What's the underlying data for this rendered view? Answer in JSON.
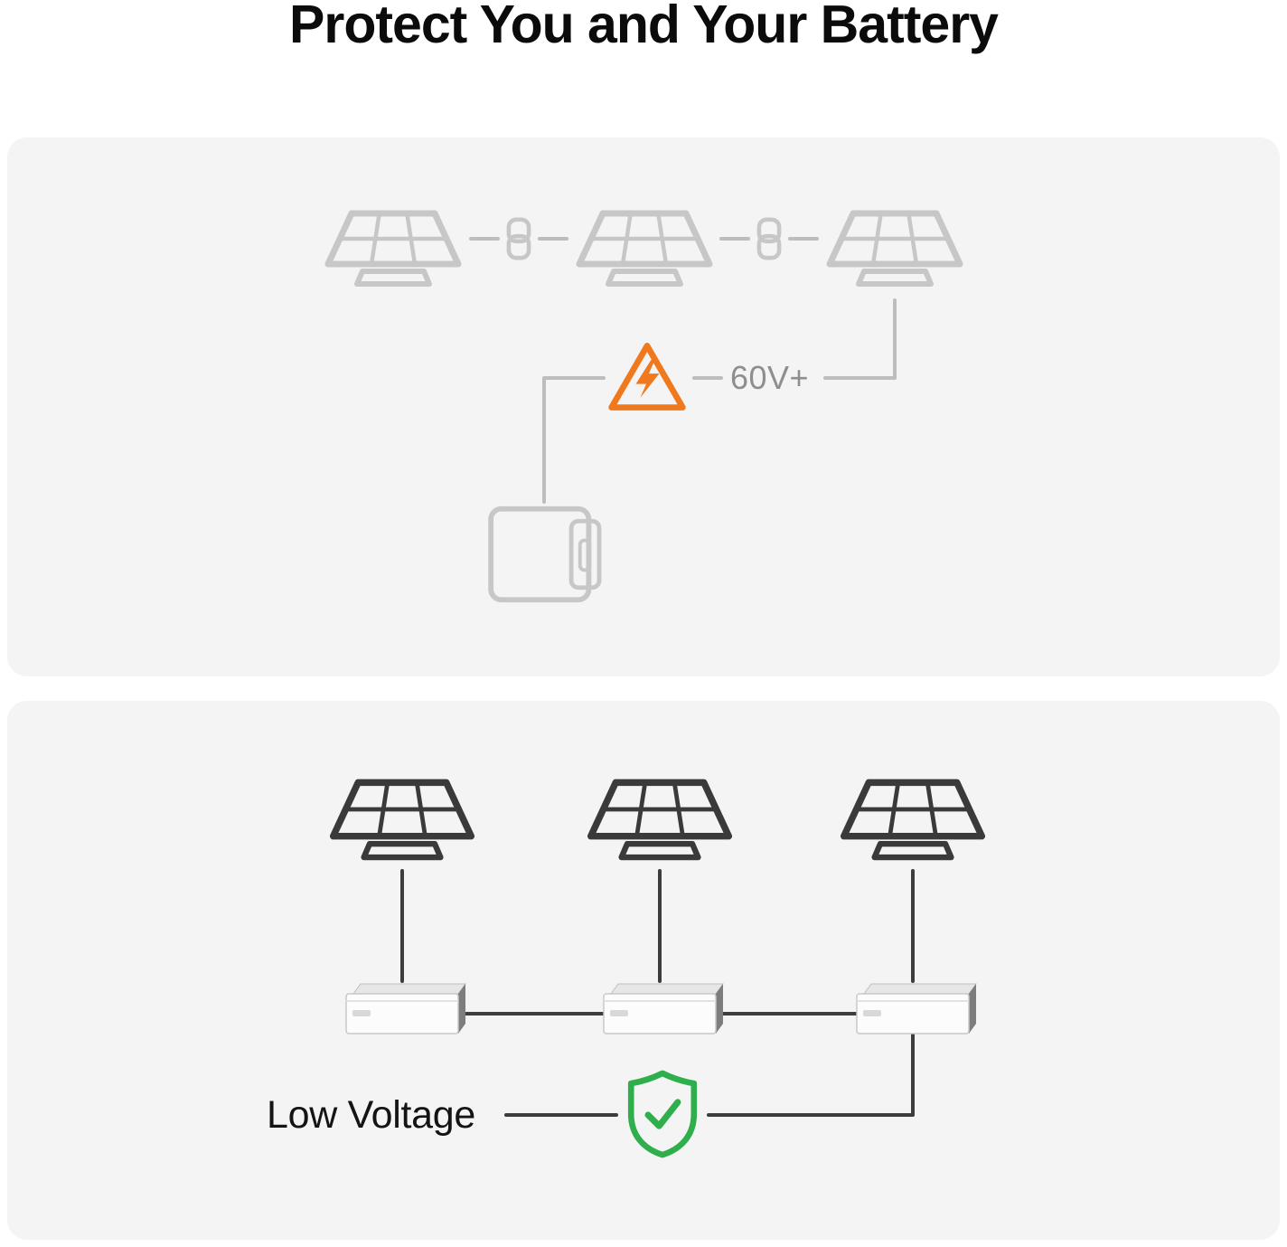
{
  "title": "Protect You and Your Battery",
  "colors": {
    "page_bg": "#ffffff",
    "card_bg": "#f4f4f4",
    "muted_icon": "#c7c7c7",
    "muted_line": "#bdbdbd",
    "muted_text": "#8e8e8e",
    "dark_icon": "#3a3a3a",
    "dark_line": "#3d3d3d",
    "warning_orange": "#f0791d",
    "success_green": "#2fae4c",
    "label_text": "#141414"
  },
  "top_diagram": {
    "voltage_label": "60V+",
    "icons": {
      "solar_panel_count": 3,
      "chain_link_count": 2,
      "warning": "high-voltage-warning-triangle",
      "battery": "battery-outline"
    }
  },
  "bottom_diagram": {
    "voltage_label": "Low Voltage",
    "icons": {
      "solar_panel_count": 3,
      "microinverter_count": 3,
      "shield": "check-shield"
    }
  }
}
